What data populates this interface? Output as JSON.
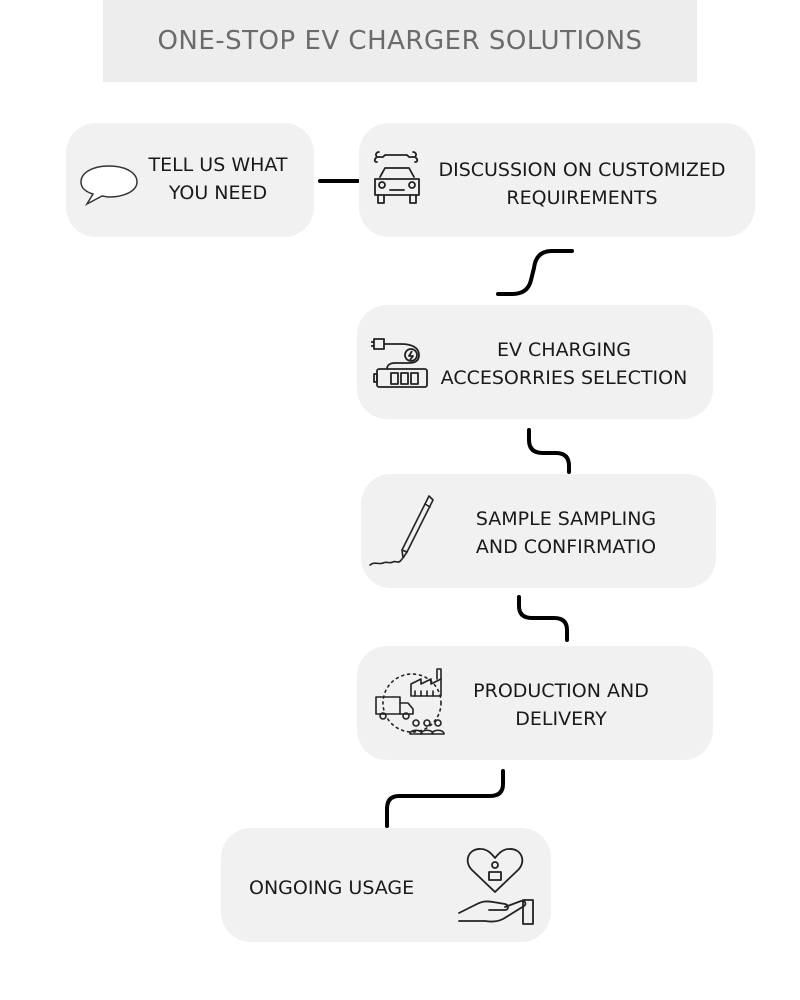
{
  "header": {
    "title": "ONE-STOP EV CHARGER SOLUTIONS"
  },
  "steps": [
    {
      "line1": "TELL US WHAT",
      "line2": "YOU NEED",
      "icon": "speech-bubble-icon"
    },
    {
      "line1": "DISCUSSION ON CUSTOMIZED",
      "line2": "REQUIREMENTS",
      "icon": "car-service-icon"
    },
    {
      "line1": "EV CHARGING",
      "line2": "ACCESORRIES SELECTION",
      "icon": "charging-accessories-icon"
    },
    {
      "line1": "SAMPLE SAMPLING",
      "line2": "AND CONFIRMATIO",
      "icon": "pen-signature-icon"
    },
    {
      "line1": "PRODUCTION AND",
      "line2": "DELIVERY",
      "icon": "factory-delivery-icon"
    },
    {
      "line1": "ONGOING USAGE",
      "icon": "heart-hand-icon"
    }
  ],
  "colors": {
    "banner_bg": "#ededed",
    "card_bg": "#f1f1f1",
    "connector": "#000000",
    "banner_text": "#6b6b6b"
  }
}
